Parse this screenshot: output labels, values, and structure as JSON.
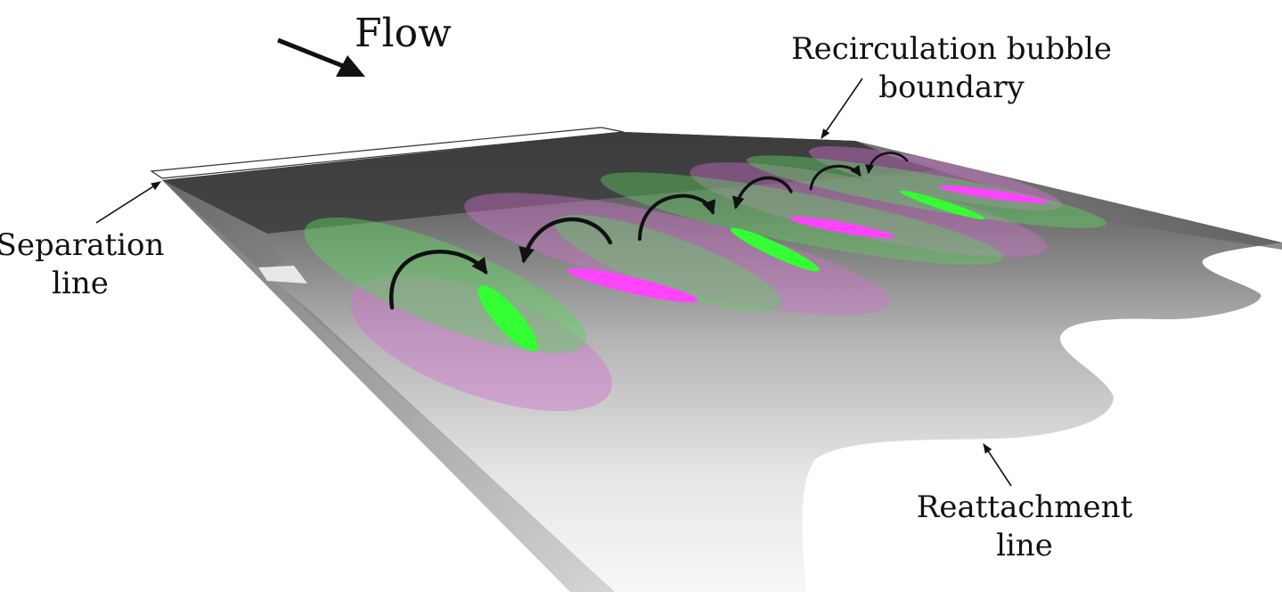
{
  "labels": {
    "flow": "Flow",
    "bubble_line1": "Recirculation bubble",
    "bubble_line2": "boundary",
    "separation_line1": "Separation",
    "separation_line2": "line",
    "reattachment_line1": "Reattachment",
    "reattachment_line2": "line"
  },
  "colors": {
    "positive_vortex": "#33ff33",
    "negative_vortex": "#ff44ff",
    "surface_dark": "#555555",
    "surface_light": "#f2f2f2",
    "annotation": "#111111"
  }
}
